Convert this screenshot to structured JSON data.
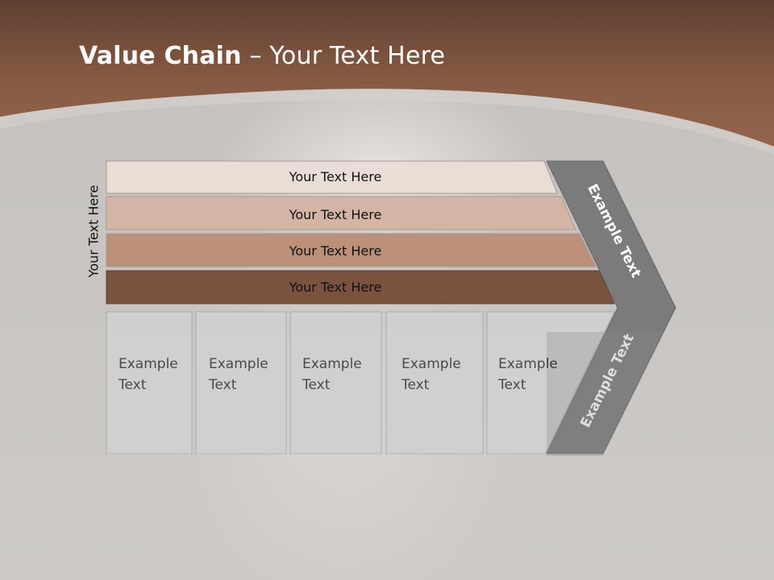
{
  "title": {
    "bold": "Value Chain",
    "rest": " – Your Text Here"
  },
  "side_label": "Your Text Here",
  "bands": [
    {
      "label": "Your Text Here",
      "color": "#e9ddd5"
    },
    {
      "label": "Your Text Here",
      "color": "#d4b5a5"
    },
    {
      "label": "Your Text Here",
      "color": "#bc9079"
    },
    {
      "label": "Your Text Here",
      "color": "#7a5240"
    }
  ],
  "chevron": {
    "top_label": "Example Text",
    "bottom_label": "Example Text",
    "color": "#7b7b7b"
  },
  "cells": [
    {
      "line1": "Example",
      "line2": "Text"
    },
    {
      "line1": "Example",
      "line2": "Text"
    },
    {
      "line1": "Example",
      "line2": "Text"
    },
    {
      "line1": "Example",
      "line2": "Text"
    },
    {
      "line1": "Example",
      "line2": "Text"
    }
  ],
  "colors": {
    "header_brown": "#8e5f48",
    "cell_fill": "#cfcfcf",
    "cell_border": "#a9a9a9"
  }
}
